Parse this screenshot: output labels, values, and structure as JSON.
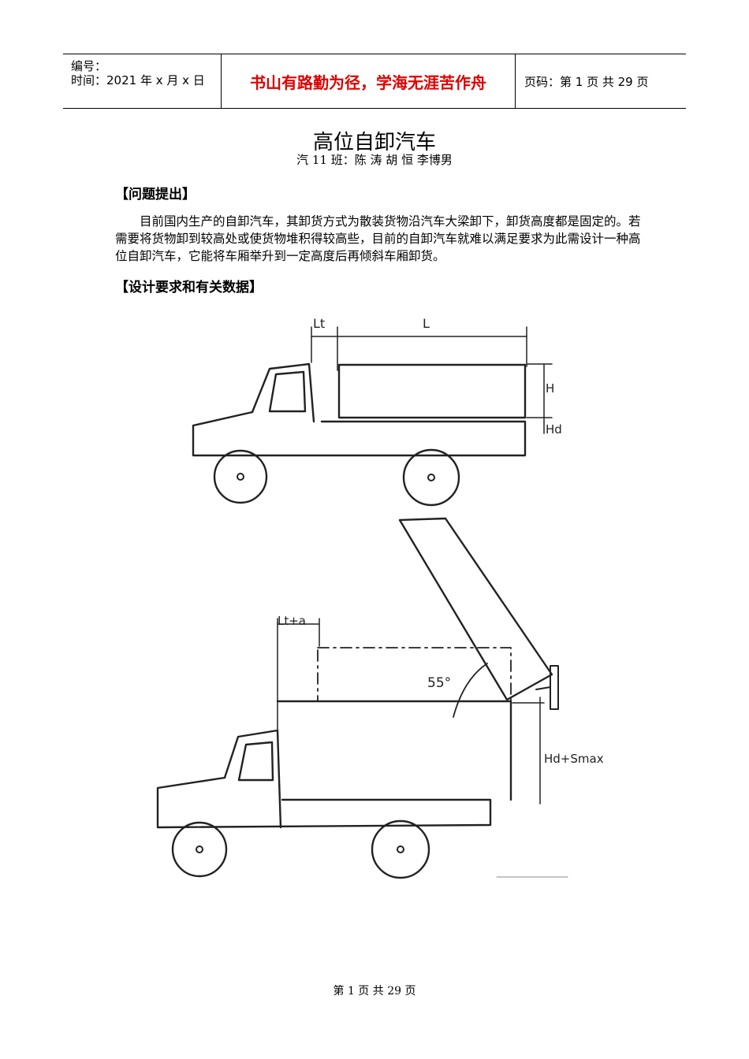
{
  "header": {
    "number_label": "编号：",
    "date_label": "时间：2021 年 x 月 x 日",
    "motto": "书山有路勤为径，学海无涯苦作舟",
    "page_label": "页码：第 1 页  共 29 页"
  },
  "title": "高位自卸汽车",
  "authors": "汽 11 班：陈 涛  胡 恒  李博男",
  "section1": "【问题提出】",
  "paragraph": "目前国内生产的自卸汽车，其卸货方式为散装货物沿汽车大梁卸下，卸货高度都是固定的。若需要将货物卸到较高处或使货物堆积得较高些，目前的自卸汽车就难以满足要求为此需设计一种高位自卸汽车，它能将车厢举升到一定高度后再倾斜车厢卸货。",
  "section2": "【设计要求和有关数据】",
  "figure": {
    "label_lt": "Lt",
    "label_l": "L",
    "label_h": "H",
    "label_hd": "Hd",
    "label_lta": "Lt+a",
    "label_angle": "55°",
    "label_hds": "Hd+Smax"
  },
  "footer": "第  1  页  共  29  页"
}
